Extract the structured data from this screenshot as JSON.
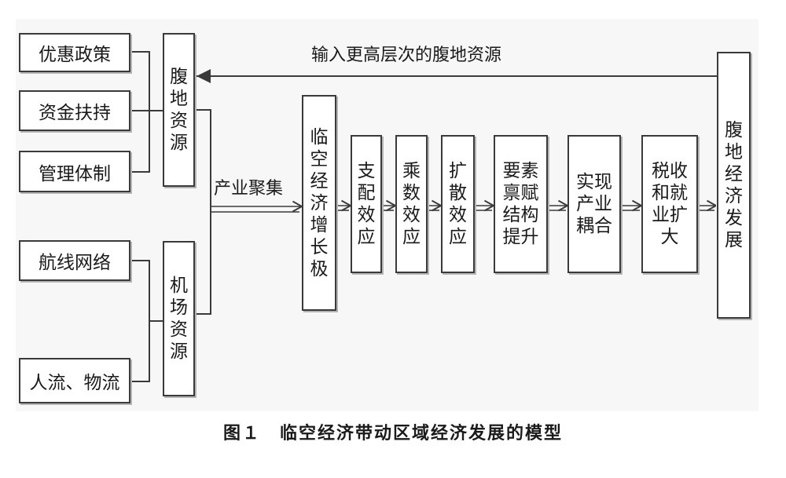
{
  "diagram": {
    "top_label": "输入更高层次的腹地资源",
    "flow_label": "产业聚集",
    "left_factors": {
      "group1": [
        "优惠政策",
        "资金扶持",
        "管理体制"
      ],
      "group2": [
        "航线网络",
        "人流、物流"
      ]
    },
    "resource_boxes": {
      "hinterland": "腹地资源",
      "airport": "机场资源"
    },
    "growth_pole": "临空经济增长极",
    "chain": [
      "支配效应",
      "乘数效应",
      "扩散效应",
      "要素禀赋结构提升",
      "实现产业耦合",
      "税收和就业扩大"
    ],
    "end_box": "腹地经济发展"
  },
  "caption": "图１　临空经济带动区域经济发展的模型"
}
